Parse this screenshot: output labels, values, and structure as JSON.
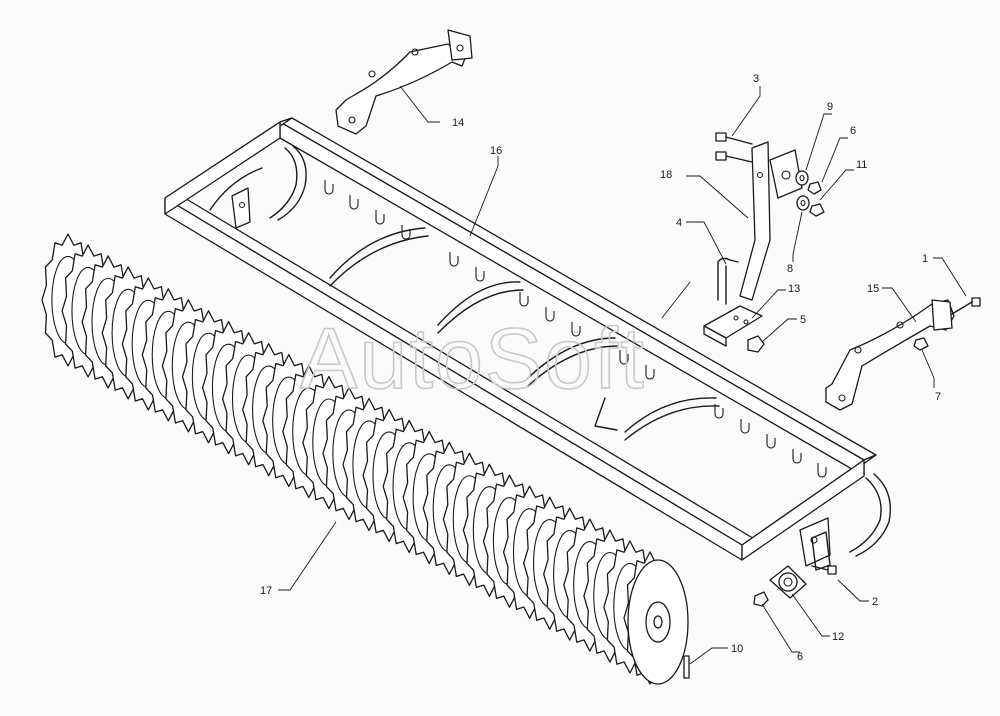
{
  "watermark": "AutoSoft",
  "callouts": [
    {
      "id": "c1",
      "label": "1"
    },
    {
      "id": "c2",
      "label": "2"
    },
    {
      "id": "c3",
      "label": "3"
    },
    {
      "id": "c4",
      "label": "4"
    },
    {
      "id": "c5",
      "label": "5"
    },
    {
      "id": "c6a",
      "label": "6"
    },
    {
      "id": "c6b",
      "label": "6"
    },
    {
      "id": "c7",
      "label": "7"
    },
    {
      "id": "c8",
      "label": "8"
    },
    {
      "id": "c9",
      "label": "9"
    },
    {
      "id": "c10",
      "label": "10"
    },
    {
      "id": "c11",
      "label": "11"
    },
    {
      "id": "c12",
      "label": "12"
    },
    {
      "id": "c13",
      "label": "13"
    },
    {
      "id": "c14",
      "label": "14"
    },
    {
      "id": "c15",
      "label": "15"
    },
    {
      "id": "c16",
      "label": "16"
    },
    {
      "id": "c17",
      "label": "17"
    },
    {
      "id": "c18",
      "label": "18"
    }
  ]
}
